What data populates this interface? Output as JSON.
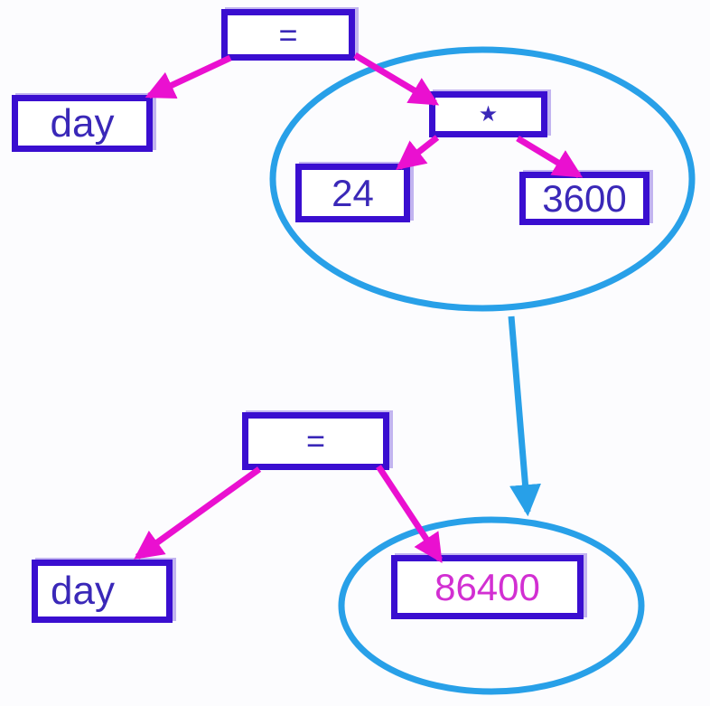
{
  "colors": {
    "box-border": "#3a0ed0",
    "node-text": "#3a28b8",
    "arrow-magenta": "#ea10d0",
    "ellipse-blue": "#28a0e8",
    "result-text": "#d22fd2",
    "background": "#fcfcfe"
  },
  "diagram": {
    "before": {
      "root": "=",
      "variable": "day",
      "operator": "★",
      "left_operand": "24",
      "right_operand": "3600"
    },
    "after": {
      "root": "=",
      "variable": "day",
      "result": "86400"
    }
  }
}
